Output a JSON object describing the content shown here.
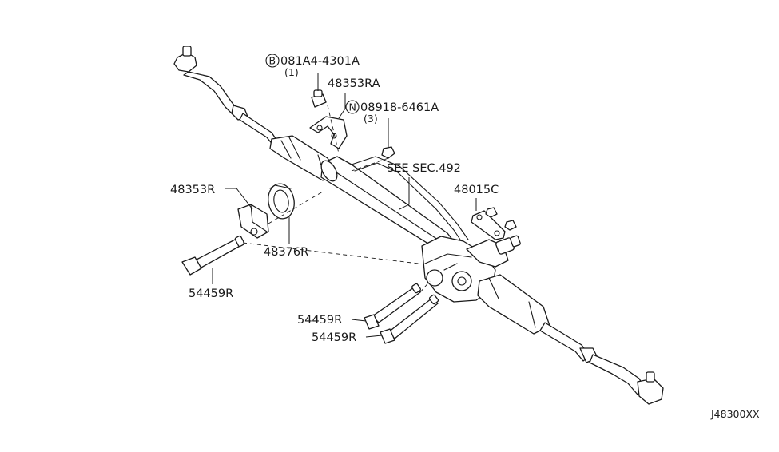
{
  "labels": {
    "bolt_b_prefix": "B",
    "bolt_b_part": "081A4-4301A",
    "bolt_b_qty": "(1)",
    "clamp_ra": "48353RA",
    "nut_n_prefix": "N",
    "nut_n_part": "08918-6461A",
    "nut_n_qty": "(3)",
    "see_sec": "SEE SEC.492",
    "plate_kit": "48015C",
    "bracket_r": "48353R",
    "insulator_r": "48376R",
    "bolt_left": "54459R",
    "bolt_mid_upper": "54459R",
    "bolt_mid_lower": "54459R",
    "diagram_code": "J48300XX"
  }
}
